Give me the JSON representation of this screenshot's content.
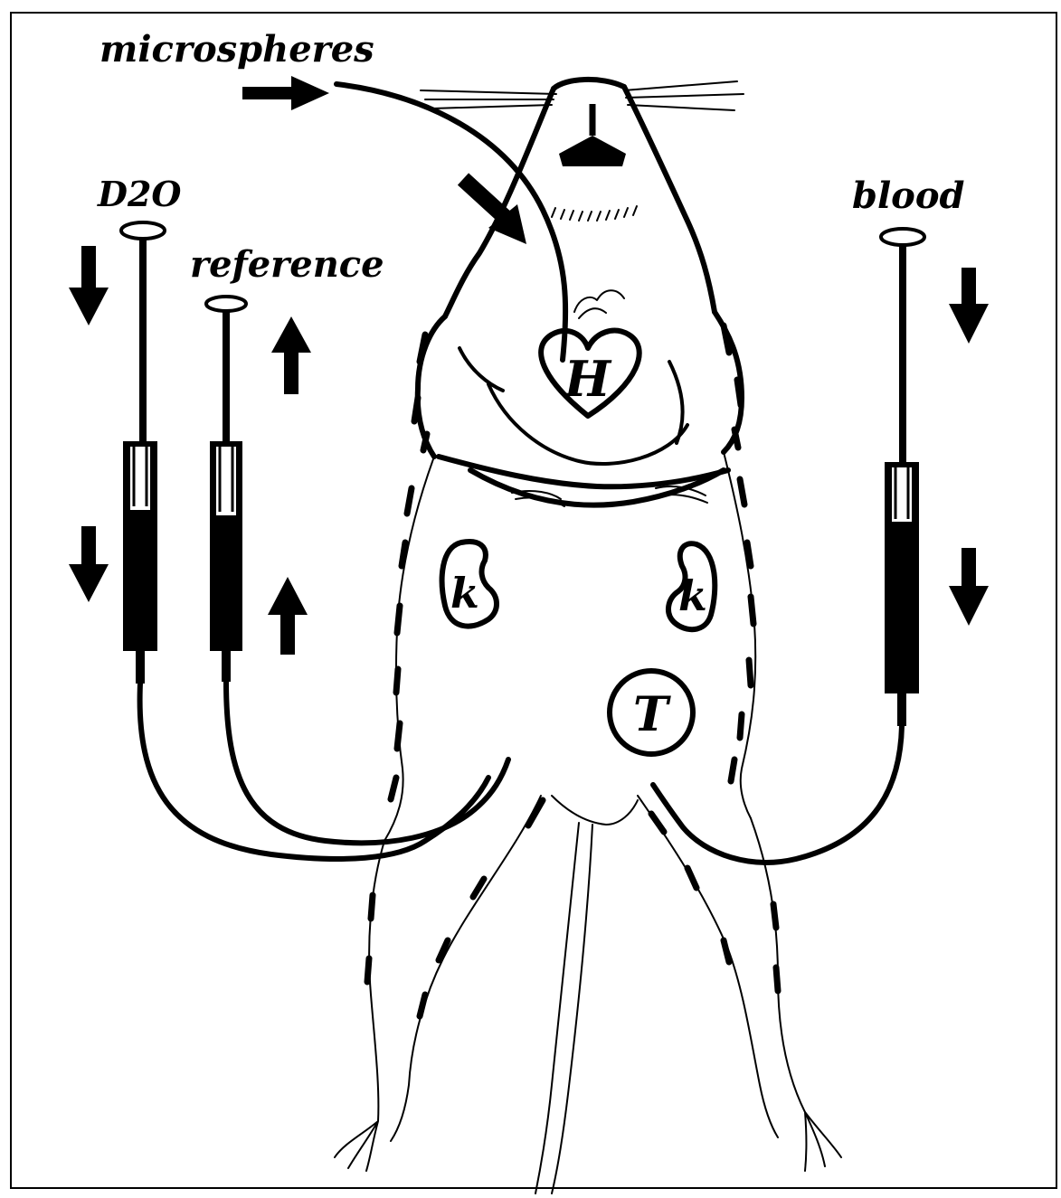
{
  "labels": {
    "microspheres": "microspheres",
    "d2o": "D2O",
    "reference": "reference",
    "blood": "blood"
  },
  "organs": {
    "heart": "H",
    "kidney_left": "k",
    "kidney_right": "k",
    "tumor": "T"
  },
  "colors": {
    "ink": "#000000",
    "paper": "#ffffff"
  }
}
